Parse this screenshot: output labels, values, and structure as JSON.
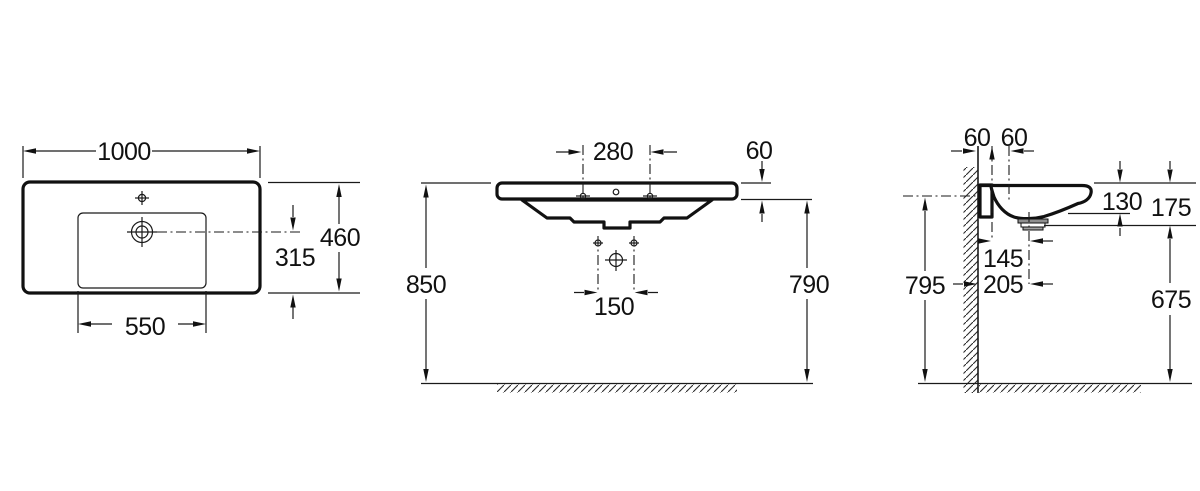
{
  "drawing": {
    "colors": {
      "line": "#1a1a1a",
      "background": "#ffffff"
    },
    "top_view": {
      "width": "1000",
      "depth": "460",
      "tap_setback": "315",
      "bowl_width": "550"
    },
    "front_view": {
      "tap_spacing": "280",
      "rim_height": "60",
      "mount_height": "850",
      "clearance_height": "790",
      "fixing_spacing": "150"
    },
    "side_view": {
      "wall_to_fixing": "60",
      "fixing_to_tap": "60",
      "rim_to_bowl": "130",
      "rim_to_underside": "175",
      "fixing_to_drain": "145",
      "wall_to_drain": "205",
      "fixing_height": "795",
      "drain_height": "675"
    }
  }
}
